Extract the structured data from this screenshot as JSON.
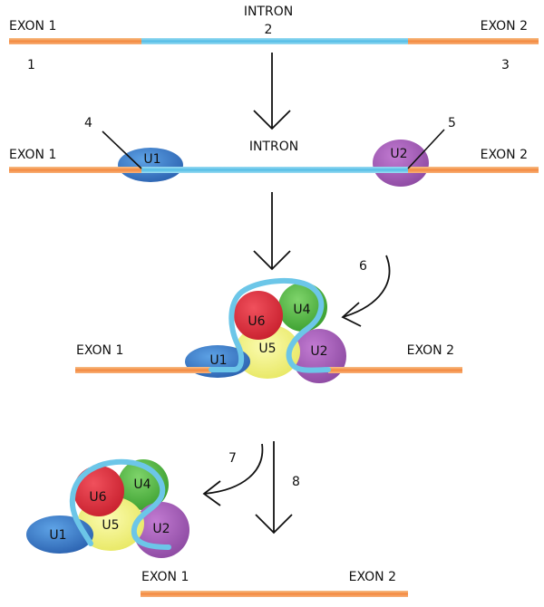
{
  "stage1": {
    "exon1": "EXON 1",
    "intron": "INTRON",
    "exon2": "EXON 2",
    "n1": "1",
    "n2": "2",
    "n3": "3"
  },
  "stage2": {
    "exon1": "EXON 1",
    "intron": "INTRON",
    "exon2": "EXON 2",
    "u1": "U1",
    "u2": "U2",
    "n4": "4",
    "n5": "5"
  },
  "stage3": {
    "exon1": "EXON 1",
    "exon2": "EXON 2",
    "u1": "U1",
    "u2": "U2",
    "u4": "U4",
    "u5": "U5",
    "u6": "U6",
    "n6": "6"
  },
  "stage4": {
    "u1": "U1",
    "u2": "U2",
    "u4": "U4",
    "u5": "U5",
    "u6": "U6",
    "n7": "7",
    "n8": "8",
    "exon1": "EXON 1",
    "exon2": "EXON 2"
  },
  "colors": {
    "exon": "#f7a15a",
    "intron": "#6cc6e8",
    "u1": "#3a7fc8",
    "u2": "#a75cb8",
    "u4": "#4fba3e",
    "u5": "#f0f07a",
    "u6": "#e63240"
  }
}
